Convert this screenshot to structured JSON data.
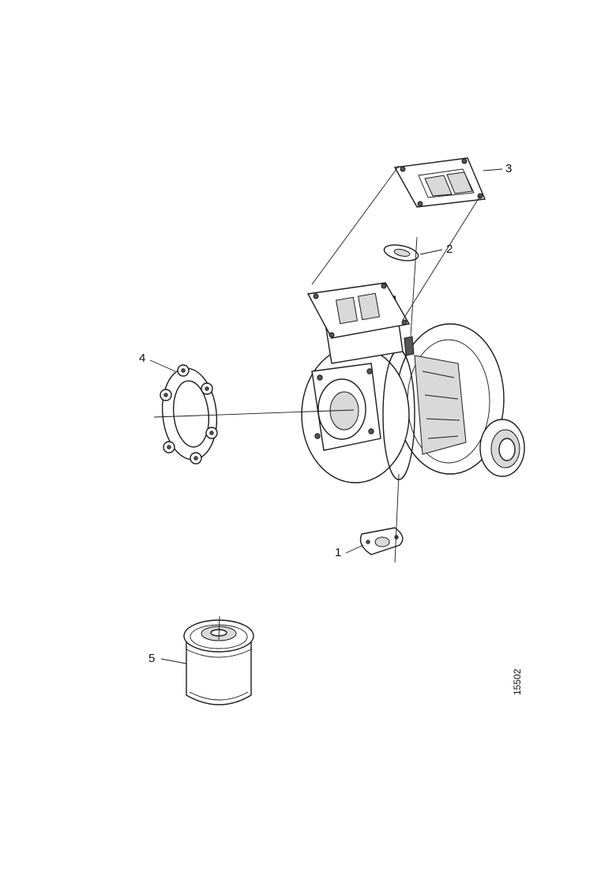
{
  "callouts": {
    "part_1": "1",
    "part_2": "2",
    "part_3": "3",
    "part_4": "4",
    "part_5": "5"
  },
  "reference_number": "15502"
}
